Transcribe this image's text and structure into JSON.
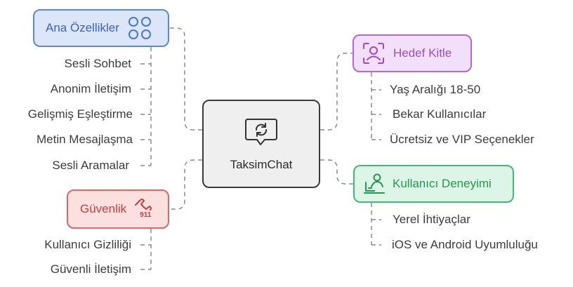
{
  "center": {
    "label": "TaksimChat",
    "icon": "refresh-chat-icon"
  },
  "features": {
    "label": "Ana Özellikler",
    "icon": "grid-circles-icon",
    "color": "#5b86e5",
    "items": [
      "Sesli Sohbet",
      "Anonim İletişim",
      "Gelişmiş Eşleştirme",
      "Metin Mesajlaşma",
      "Sesli Aramalar"
    ]
  },
  "audience": {
    "label": "Hedef Kitle",
    "icon": "user-frame-icon",
    "color": "#b764e0",
    "items": [
      "Yaş Aralığı 18-50",
      "Bekar Kullanıcılar",
      "Ücretsiz ve VIP Seçenekler"
    ]
  },
  "ux": {
    "label": "Kullanıcı Deneyimi",
    "icon": "user-laptop-icon",
    "color": "#3dbc74",
    "items": [
      "Yerel İhtiyaçlar",
      "iOS ve Android Uyumluluğu"
    ]
  },
  "security": {
    "label": "Güvenlik",
    "icon": "phone-911-icon",
    "icon_text": "911",
    "color": "#e06565",
    "items": [
      "Kullanıcı Gizliliği",
      "Güvenli İletişim"
    ]
  }
}
